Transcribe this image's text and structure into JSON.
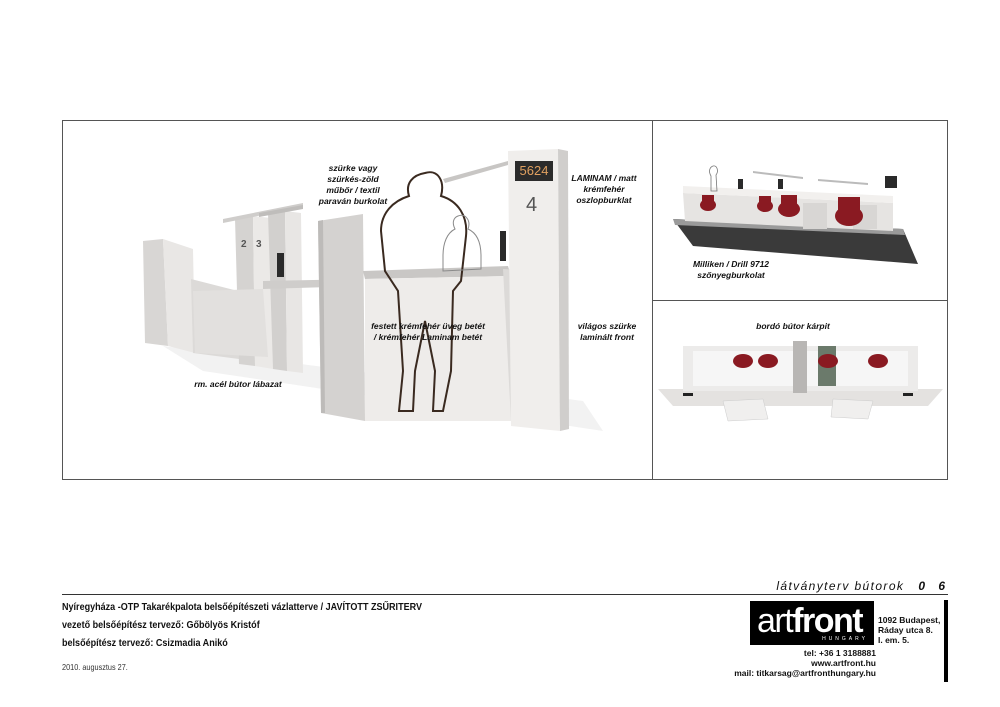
{
  "annotations": {
    "screen_cover": "szürke vagy\nszürkés-zöld\nműbőr / textil\nparaván burkolat",
    "column_cover": "LAMINAM / matt\nkrémfehér\noszlopburklat",
    "glass_insert": "festett krémfehér üveg betét\n/ krémfehér Laminam betét",
    "laminate_front": "világos szürke\nlaminált front",
    "steel_base": "rm. acél bútor lábazat",
    "carpet": "Milliken / Drill 9712\nszőnyegburkolat",
    "upholstery": "bordó bútor kárpit"
  },
  "render": {
    "counter_numbers": [
      "2",
      "3",
      "4"
    ],
    "display_digits": "5624"
  },
  "sheet": {
    "label": "látványterv bútorok",
    "number": "0 6"
  },
  "project": {
    "title": "Nyíregyháza  -OTP Takarékpalota belsőépítészeti vázlatterve / JAVÍTOTT ZSŰRITERV",
    "lead_designer": "vezető belsőépítész tervező: Gőbölyös Kristóf",
    "designer": "belsőépítész tervező: Csizmadia Anikó",
    "date": "2010. augusztus 27."
  },
  "company": {
    "logo_text_light": "art",
    "logo_text_bold": "front",
    "logo_sub": "HUNGARY",
    "address": [
      "1092 Budapest,",
      "Ráday utca 8.",
      "I. em. 5."
    ],
    "tel": "tel: +36 1 3188881",
    "web": "www.artfront.hu",
    "mail": "mail: titkarsag@artfronthungary.hu"
  },
  "colors": {
    "chair_red": "#8a1a22",
    "furniture_white": "#ece9e6",
    "carpet_dark": "#3a3a3a"
  }
}
